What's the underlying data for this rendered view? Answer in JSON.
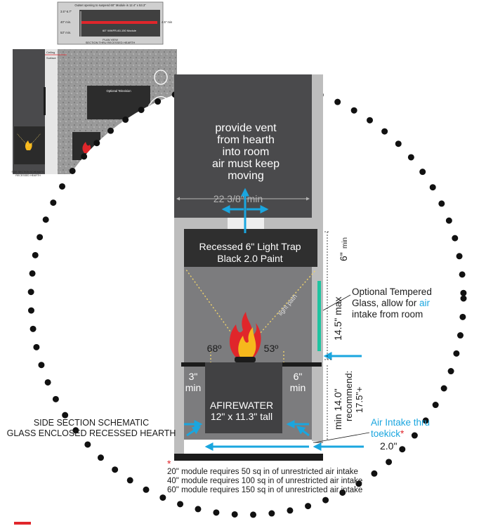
{
  "colors": {
    "accent_cyan": "#1aa6df",
    "glass_green": "#1fc4a0",
    "hearth_dark": "#4a4a4c",
    "flame_red": "#e0262b",
    "flame_yellow": "#f6b81c",
    "light_path": "#f1d46a"
  },
  "inset": {
    "top_note": "Outset opening to suspend 60\" Module is 12.4\" x 53.3\"",
    "dims_left": [
      "3.5\"-6.7\"",
      "40\" min.",
      "53\" min."
    ],
    "dim_right": "4.5\" min",
    "module_label": "60\" WWFR-60-150 Module",
    "plan_view_line1": "PLAN VIEW",
    "plan_view_line2": "SECTION THRU RECESSED HEARTH",
    "tv_label": "Optional Television",
    "side_section_line1": "SIDE SECTION SCHEMATIC",
    "side_section_line2": "RECESSED HEARTH",
    "ceiling_label_1": "Ceiling",
    "ceiling_label_2": "Surface"
  },
  "diagram": {
    "vent_text": [
      "provide vent",
      "from hearth",
      "into room",
      "air must keep",
      "moving"
    ],
    "width_dim": "22 3/8\" min",
    "light_trap_line1": "Recessed 6\" Light Trap",
    "light_trap_line2": "Black 2.0 Paint",
    "light_path": "light path",
    "dim_6_top": "6\"",
    "dim_6_top_sub": "min",
    "dim_14_5": "14.5\" max",
    "glass_note_line1": "Optional Tempered",
    "glass_note_line2": "Glass, allow for",
    "glass_note_air": "air",
    "glass_note_line3": "intake from room",
    "angle_left": "68º",
    "angle_right": "53º",
    "dim_3_left": "3\"",
    "dim_3_left_sub": "min",
    "dim_6_right": "6\"",
    "dim_6_right_sub": "min",
    "product_name": "AFIREWATER",
    "product_size": "12\" x 11.3\" tall",
    "dim_14_0": "min 14.0\"",
    "recommend_line1": "recommend:",
    "recommend_line2": "17.5\"+",
    "air_intake_line1": "Air Intake thru",
    "air_intake_line2": "toekick",
    "asterisk": "*",
    "dim_2_0": "2.0\"",
    "side_title_line1": "SIDE SECTION SCHEMATIC",
    "side_title_line2": "GLASS ENCLOSED RECESSED HEARTH"
  },
  "notes": {
    "asterisk": "*",
    "lines": [
      "20\" module requires 50 sq in of unrestricted air intake",
      "40\" module requires 100 sq in of unrestricted air intake",
      "60\" module requires 150 sq in of unrestricted air intake"
    ]
  }
}
